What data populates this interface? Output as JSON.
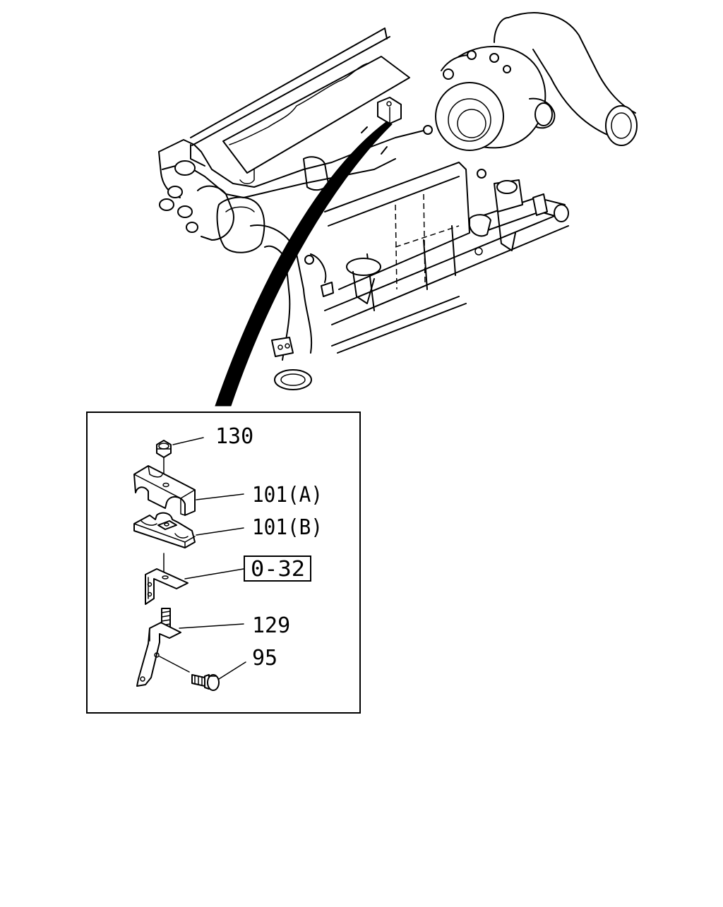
{
  "callouts": {
    "c130": "130",
    "c101a": "101(A)",
    "c101b": "101(B)",
    "c032": "0-32",
    "c129": "129",
    "c95": "95"
  }
}
